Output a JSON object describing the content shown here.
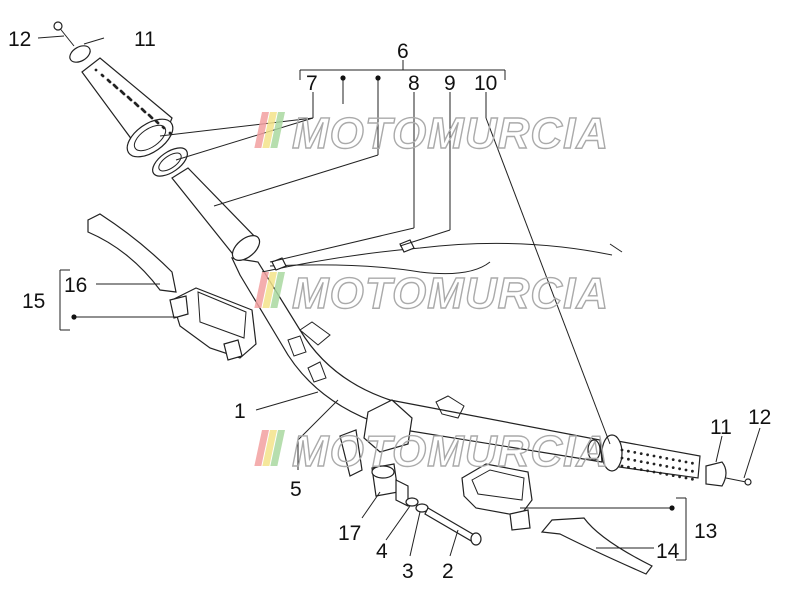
{
  "labels": {
    "n1": "1",
    "n2": "2",
    "n3": "3",
    "n4": "4",
    "n5": "5",
    "n6": "6",
    "n7": "7",
    "n8": "8",
    "n9": "9",
    "n10": "10",
    "n11a": "11",
    "n11b": "11",
    "n12a": "12",
    "n12b": "12",
    "n13": "13",
    "n14": "14",
    "n15": "15",
    "n16": "16",
    "n17": "17"
  },
  "watermark": {
    "text": "MOTOMURCIA",
    "stripe_colors": [
      "#f2a0a0",
      "#f3e38a",
      "#a9d8a0"
    ]
  }
}
